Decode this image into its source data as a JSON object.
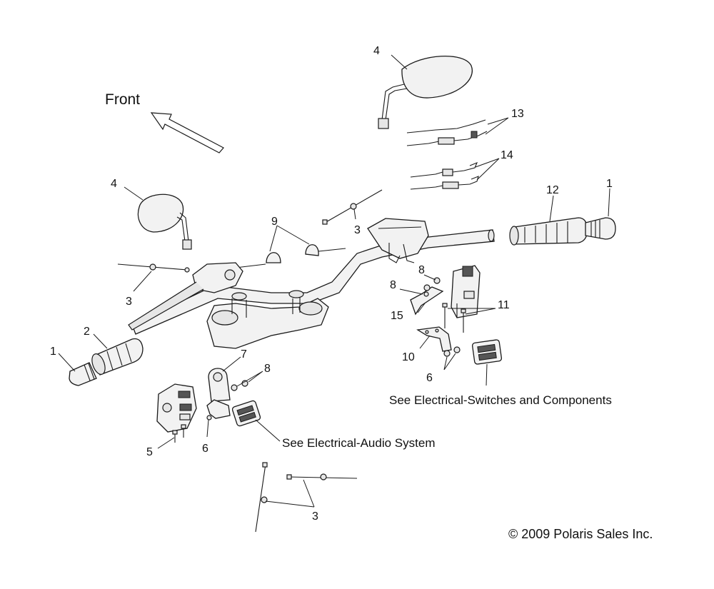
{
  "direction_label": "Front",
  "callouts": {
    "c1": "4",
    "c2": "13",
    "c3": "14",
    "c4": "4",
    "c5": "12",
    "c6": "1",
    "c7": "9",
    "c8": "3",
    "c9": "3",
    "c10": "8",
    "c11": "8",
    "c12": "15",
    "c13": "11",
    "c14": "2",
    "c15": "1",
    "c16": "7",
    "c17": "8",
    "c18": "10",
    "c19": "6",
    "c20": "5",
    "c21": "6",
    "c22": "3"
  },
  "notes": {
    "switches": "See Electrical-Switches and Components",
    "audio": "See Electrical-Audio System"
  },
  "copyright": "© 2009 Polaris Sales Inc."
}
